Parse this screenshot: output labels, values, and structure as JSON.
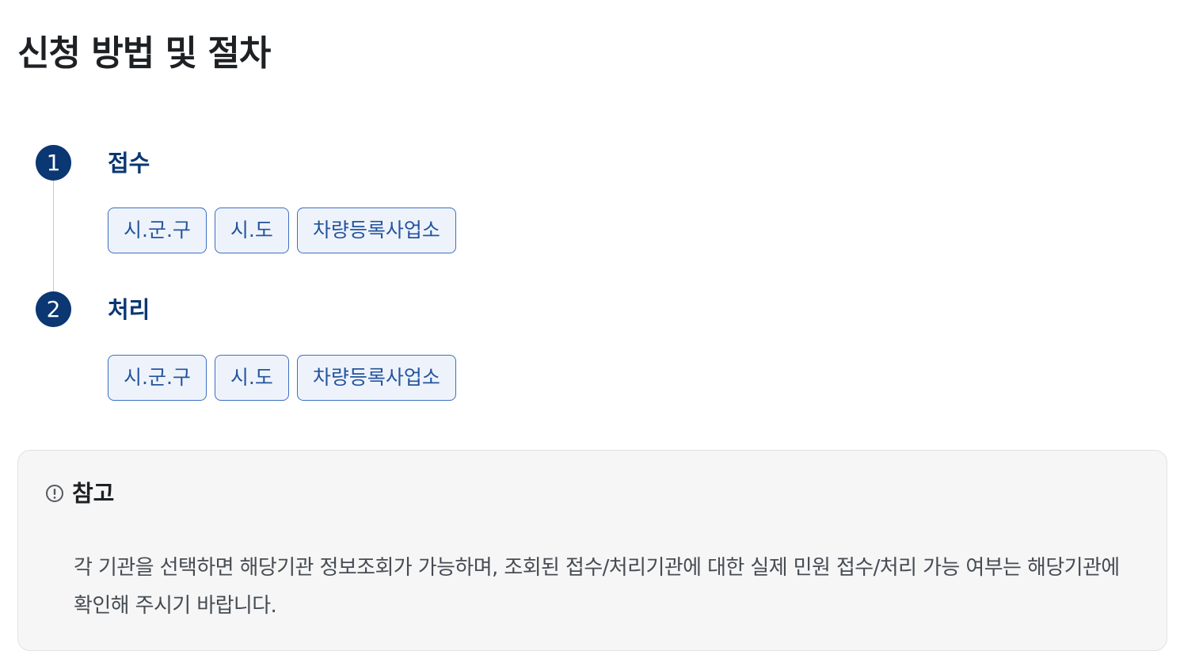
{
  "page": {
    "title": "신청 방법 및 절차"
  },
  "steps": [
    {
      "number": "1",
      "title": "접수",
      "agencies": [
        "시.군.구",
        "시.도",
        "차량등록사업소"
      ]
    },
    {
      "number": "2",
      "title": "처리",
      "agencies": [
        "시.군.구",
        "시.도",
        "차량등록사업소"
      ]
    }
  ],
  "note": {
    "icon": "exclamation-circle-icon",
    "title": "참고",
    "text": "각 기관을 선택하면 해당기관 정보조회가 가능하며, 조회된 접수/처리기관에 대한 실제 민원 접수/처리 가능 여부는 해당기관에 확인해 주시기 바랍니다."
  },
  "colors": {
    "step_circle": "#0b3773",
    "chip_border": "#3d6fc1",
    "chip_bg": "#eef3fb",
    "chip_text": "#24549e",
    "note_bg": "#f6f6f6"
  }
}
